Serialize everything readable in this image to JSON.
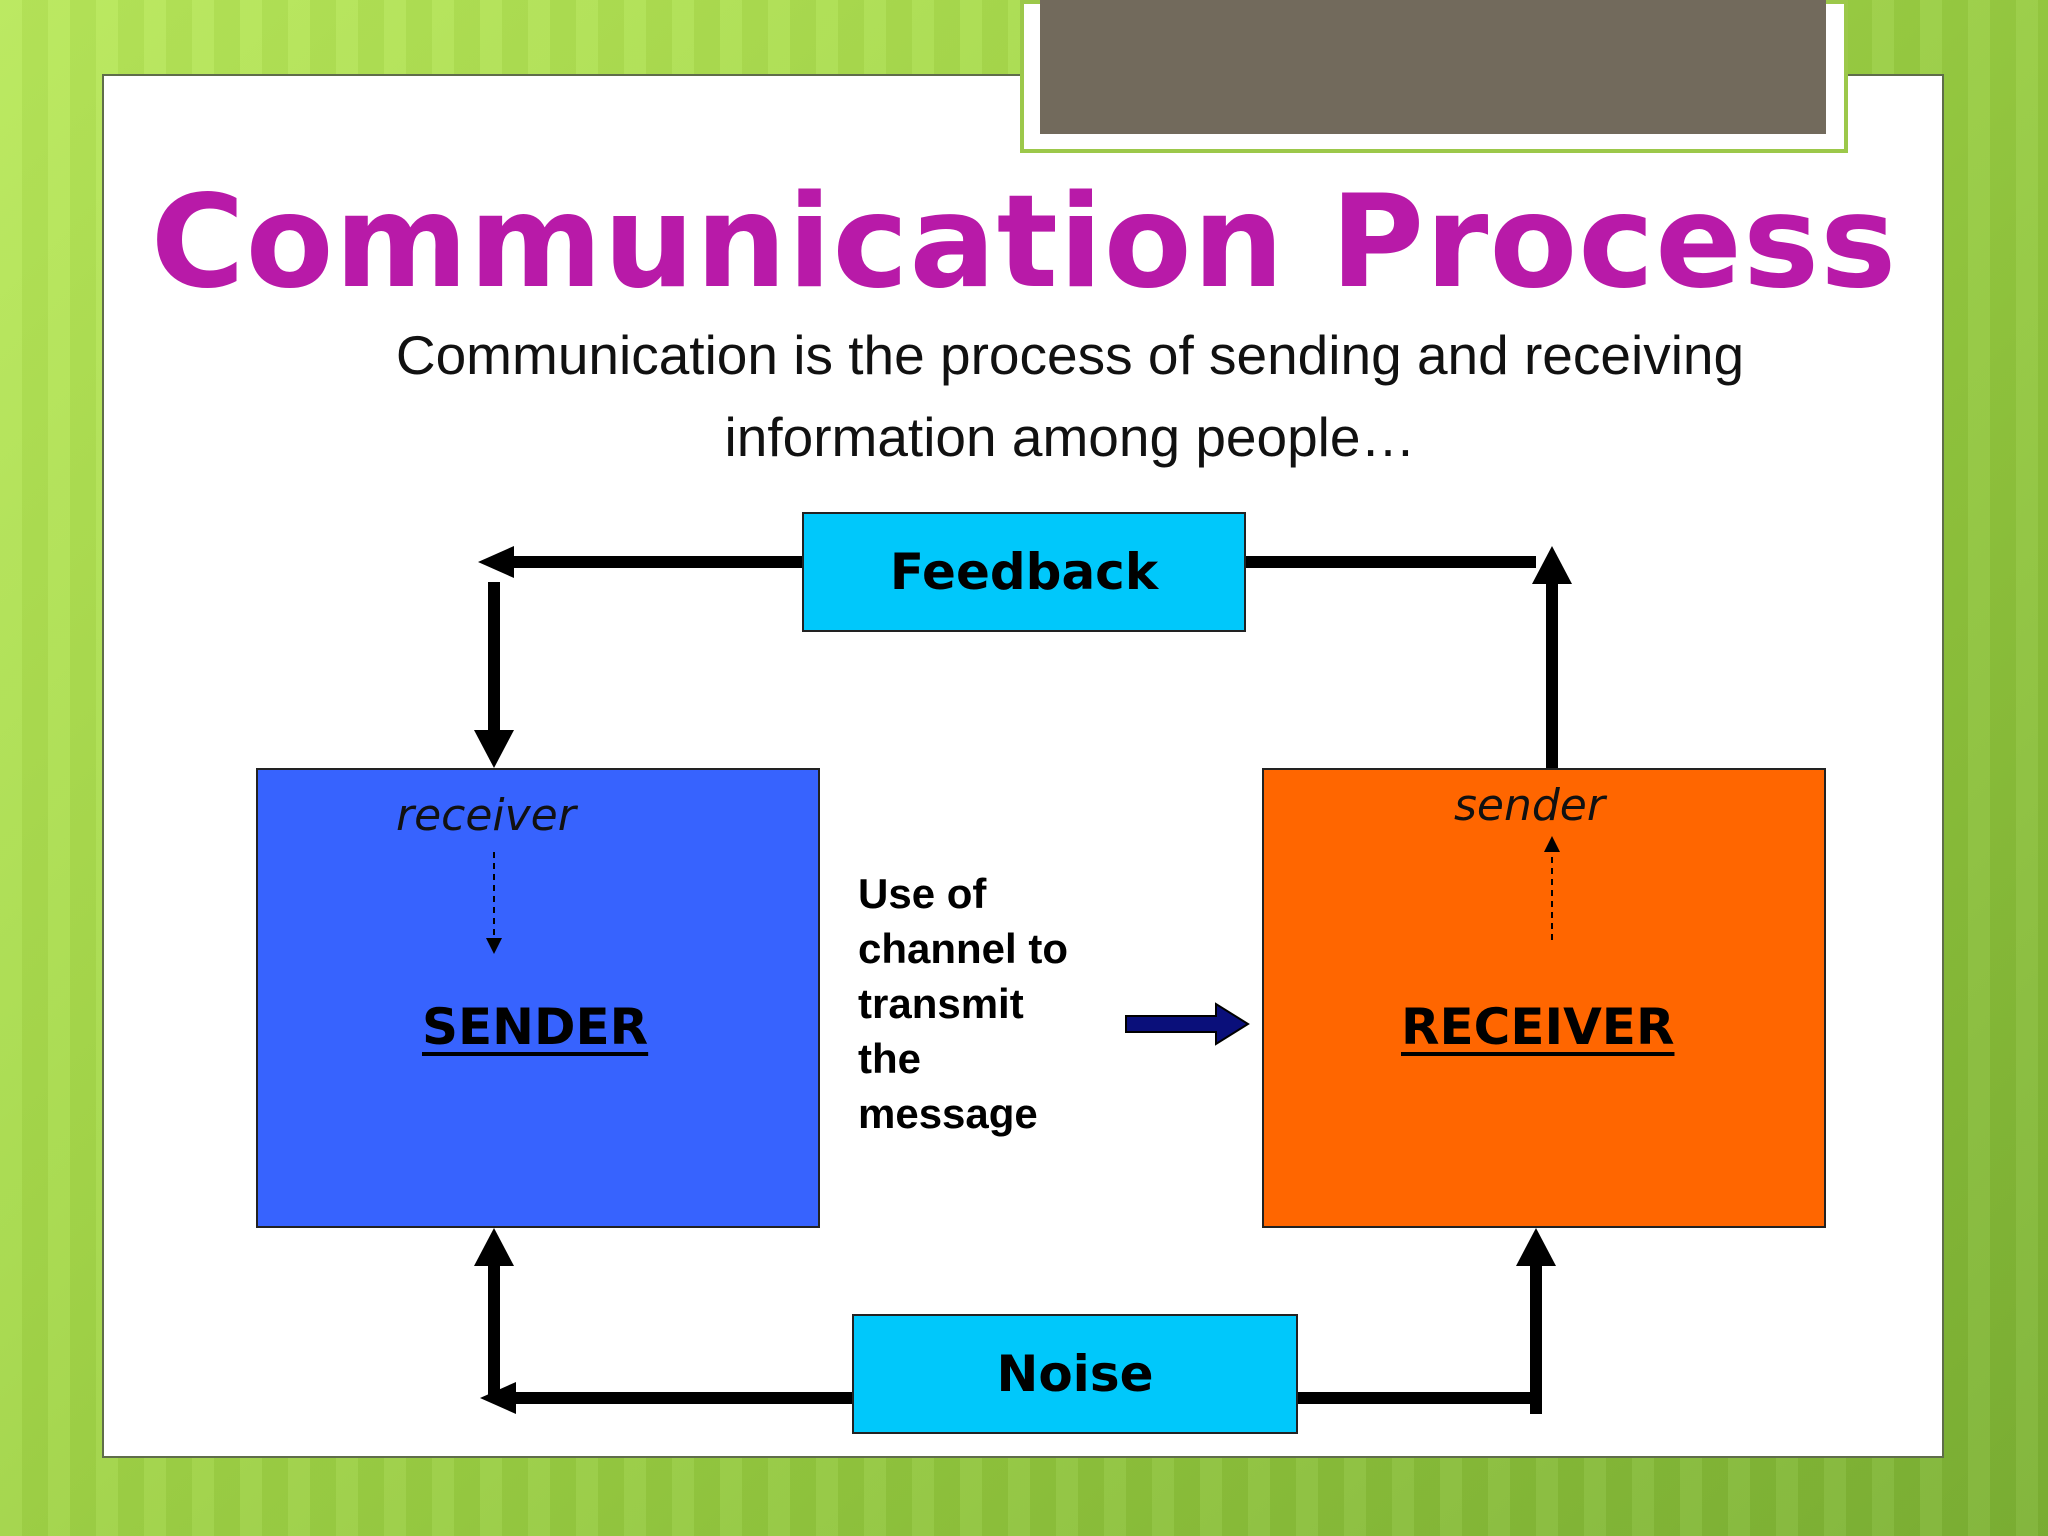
{
  "slide": {
    "title": "Communication Process",
    "subtitle_line1": "Communication is the  process of sending and receiving",
    "subtitle_line2": "information among people…"
  },
  "diagram": {
    "feedback": "Feedback",
    "noise": "Noise",
    "sender": {
      "role": "receiver",
      "label": "SENDER"
    },
    "receiver": {
      "role": "sender",
      "label": "RECEIVER"
    },
    "channel_lines": [
      "Use of",
      "channel to",
      "transmit",
      "the",
      "message"
    ]
  },
  "colors": {
    "title": "#b81aa8",
    "feedback_noise_fill": "#00c8fb",
    "sender_fill": "#3763fe",
    "receiver_fill": "#ff6600",
    "channel_arrow": "#0a0f7a",
    "background": "#a6d94a"
  }
}
